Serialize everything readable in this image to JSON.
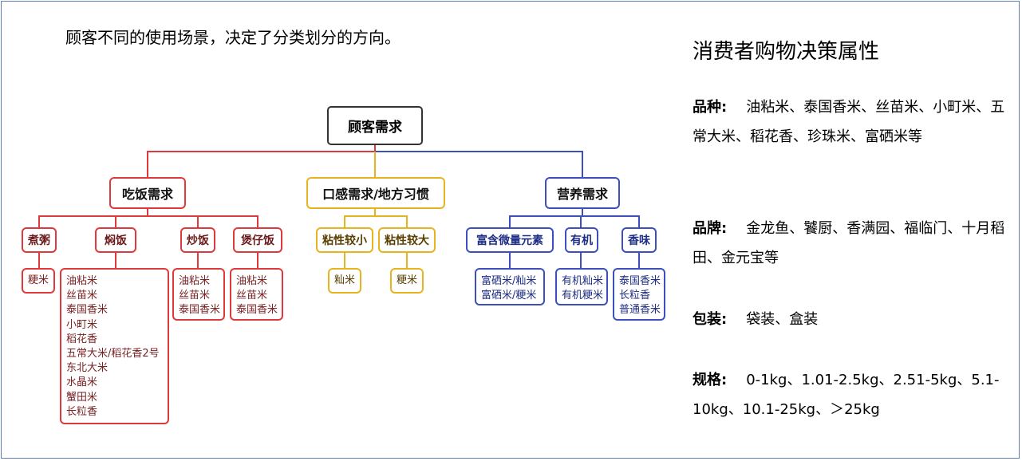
{
  "headline": "顾客不同的使用场景，决定了分类划分的方向。",
  "tree": {
    "root": "顾客需求",
    "eat": {
      "label": "吃饭需求",
      "cook": {
        "label": "煮粥",
        "items": [
          "粳米"
        ]
      },
      "braise": {
        "label": "焖饭",
        "items": [
          "油粘米",
          "丝苗米",
          "泰国香米",
          "小町米",
          "稻花香",
          "五常大米/稻花香2号",
          "东北大米",
          "水晶米",
          "蟹田米",
          "长粒香"
        ]
      },
      "fry": {
        "label": "炒饭",
        "items": [
          "油粘米",
          "丝苗米",
          "泰国香米"
        ]
      },
      "pot": {
        "label": "煲仔饭",
        "items": [
          "油粘米",
          "丝苗米",
          "泰国香米"
        ]
      }
    },
    "taste": {
      "label": "口感需求/地方习惯",
      "low": {
        "label": "粘性较小",
        "items": [
          "籼米"
        ]
      },
      "high": {
        "label": "粘性较大",
        "items": [
          "粳米"
        ]
      }
    },
    "nutri": {
      "label": "营养需求",
      "selen": {
        "label": "富含微量元素",
        "items": [
          "富硒米/籼米",
          "富硒米/粳米"
        ]
      },
      "organic": {
        "label": "有机",
        "items": [
          "有机籼米",
          "有机粳米"
        ]
      },
      "aroma": {
        "label": "香味",
        "items": [
          "泰国香米",
          "长粒香",
          "普通香米"
        ]
      }
    }
  },
  "attributes": {
    "title": "消费者购物决策属性",
    "variety": {
      "key": "品种:",
      "value": "油粘米、泰国香米、丝苗米、小町米、五常大米、稻花香、珍珠米、富硒米等"
    },
    "brand": {
      "key": "品牌:",
      "value": "金龙鱼、饕厨、香满园、福临门、十月稻田、金元宝等"
    },
    "package": {
      "key": "包装:",
      "value": "袋装、盒装"
    },
    "spec": {
      "key": "规格:",
      "value": "0-1kg、1.01-2.5kg、2.51-5kg、5.1-10kg、10.1-25kg、＞25kg"
    }
  },
  "colors": {
    "eat": "#e0393b",
    "taste": "#e6b41e",
    "nutri": "#3b4fbf",
    "root": "#333333",
    "frame": "#5f7fb6"
  }
}
